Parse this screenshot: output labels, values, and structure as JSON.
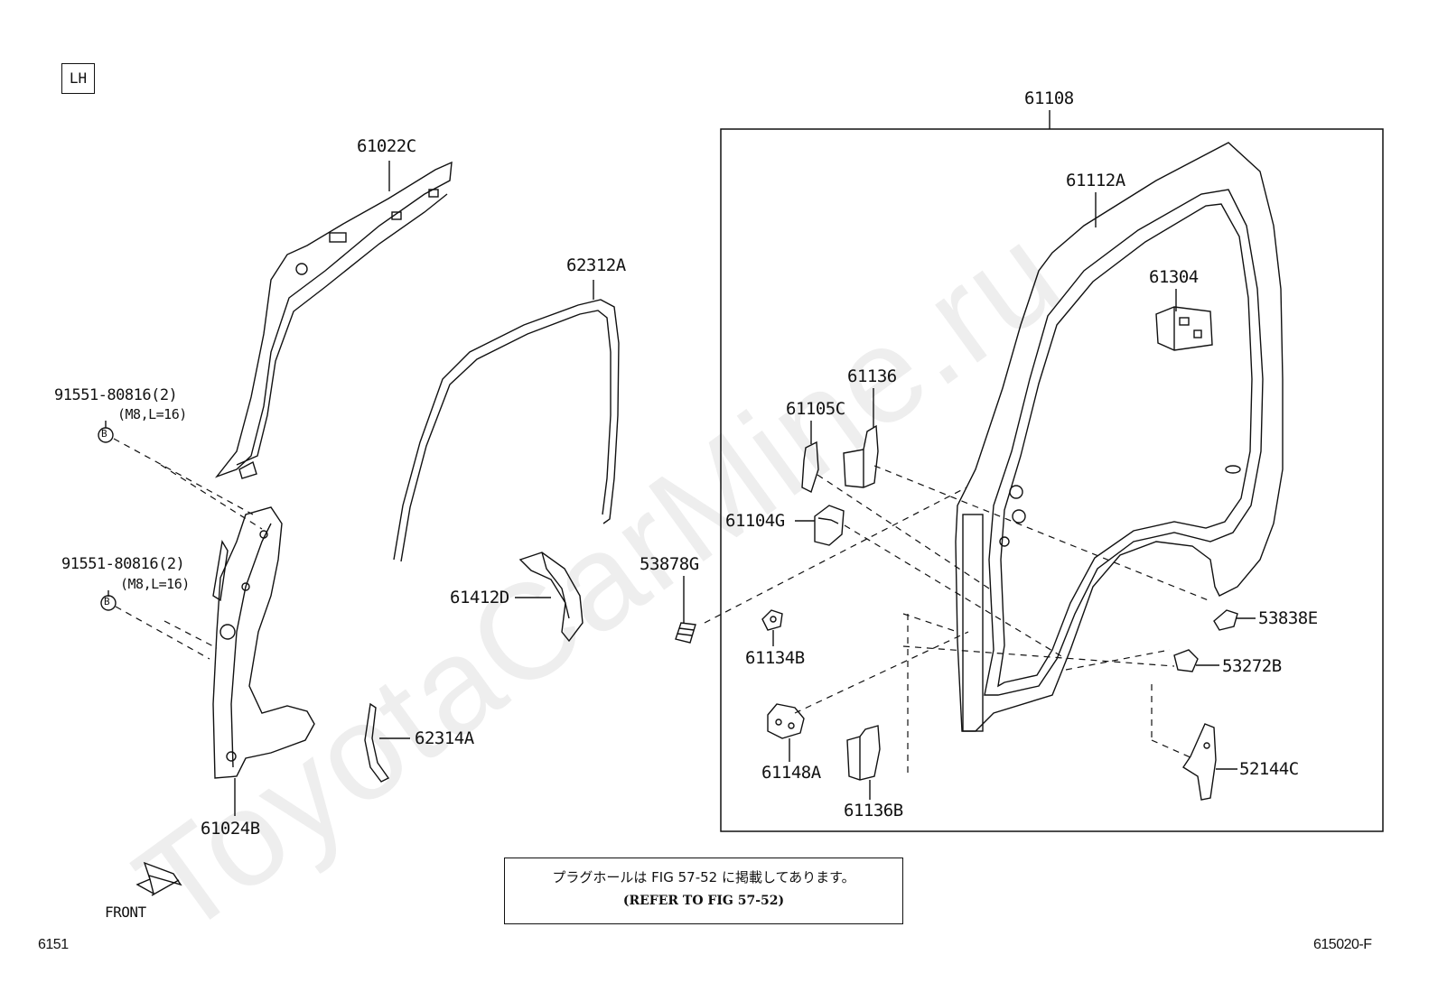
{
  "watermark": "ToyotaCarMine.ru",
  "side_box": "LH",
  "front_label": "FRONT",
  "page_no": "6151",
  "fig_code": "615020-F",
  "note": {
    "jp": "プラグホールは FIG 57-52 に掲載してあります。",
    "en": "(REFER TO FIG 57-52)"
  },
  "parts": {
    "p61022C": "61022C",
    "p62312A": "62312A",
    "p61108": "61108",
    "p61112A": "61112A",
    "p61304": "61304",
    "p61136": "61136",
    "p61105C": "61105C",
    "p61104G": "61104G",
    "p53878G": "53878G",
    "p61412D": "61412D",
    "p61134B": "61134B",
    "p53838E": "53838E",
    "p53272B": "53272B",
    "p61148A": "61148A",
    "p52144C": "52144C",
    "p61136B": "61136B",
    "p62314A": "62314A",
    "p61024B": "61024B"
  },
  "bolts": [
    {
      "part": "91551-80816(2)",
      "spec": "(M8,L=16)",
      "marker": "B"
    },
    {
      "part": "91551-80816(2)",
      "spec": "(M8,L=16)",
      "marker": "B"
    }
  ]
}
